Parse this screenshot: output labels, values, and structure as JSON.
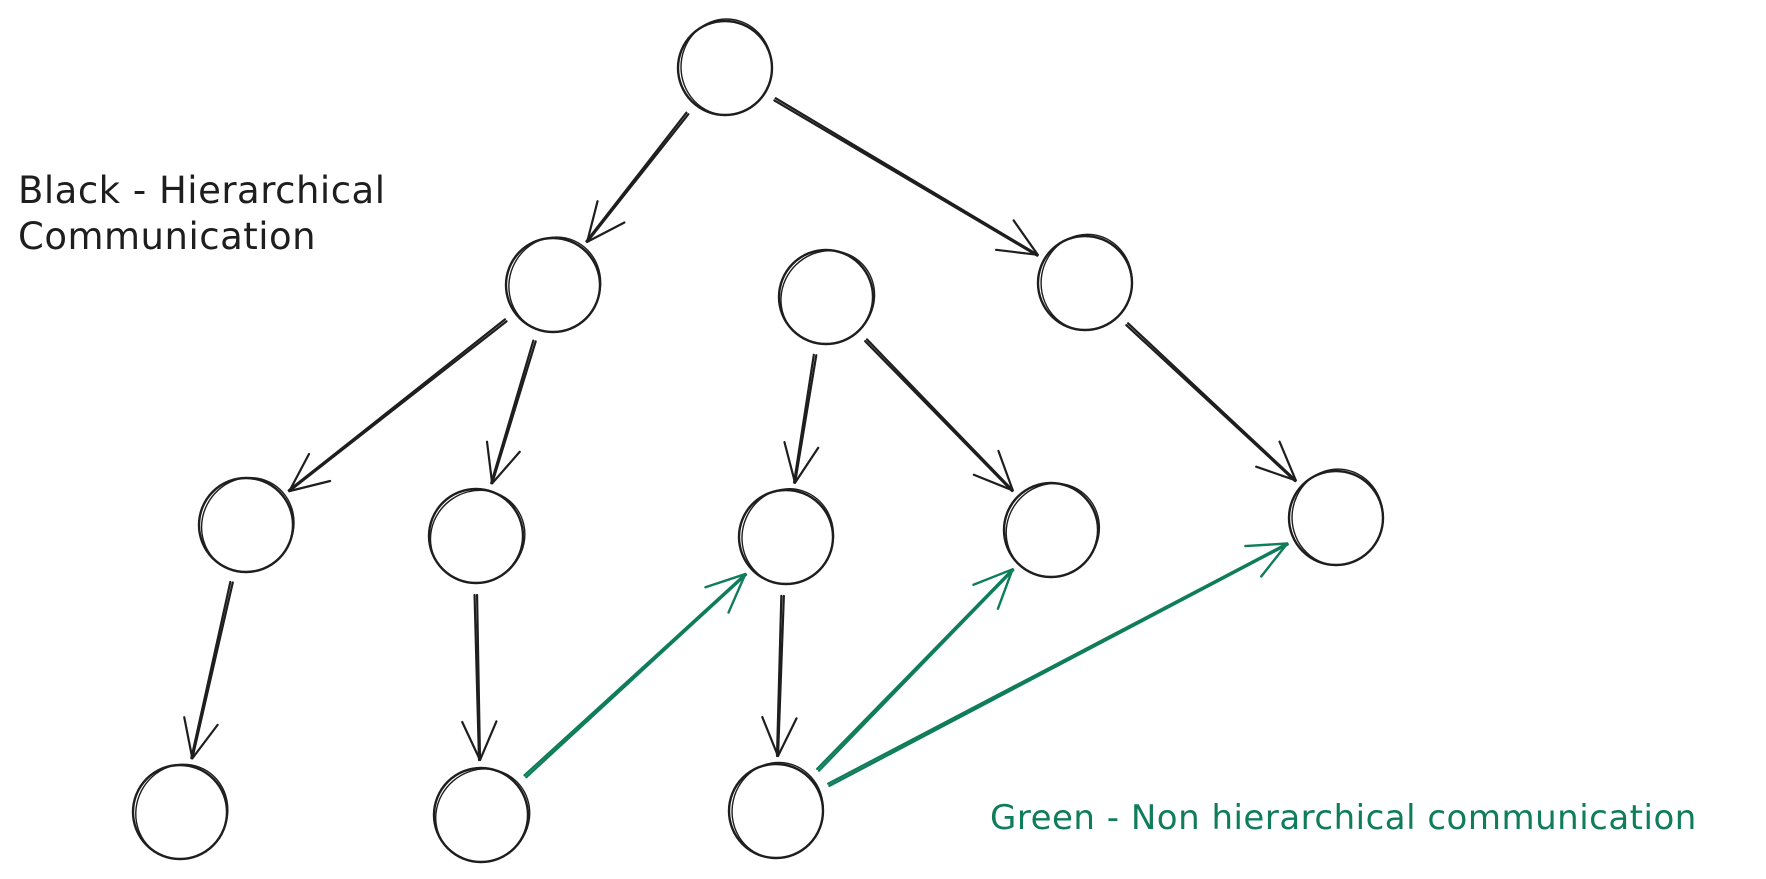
{
  "legend": {
    "black": {
      "line1": "Black - Hierarchical",
      "line2": "Communication",
      "color": "#1e1e1e"
    },
    "green": {
      "text": "Green - Non hierarchical communication",
      "color": "#0f7d5a"
    }
  }
}
